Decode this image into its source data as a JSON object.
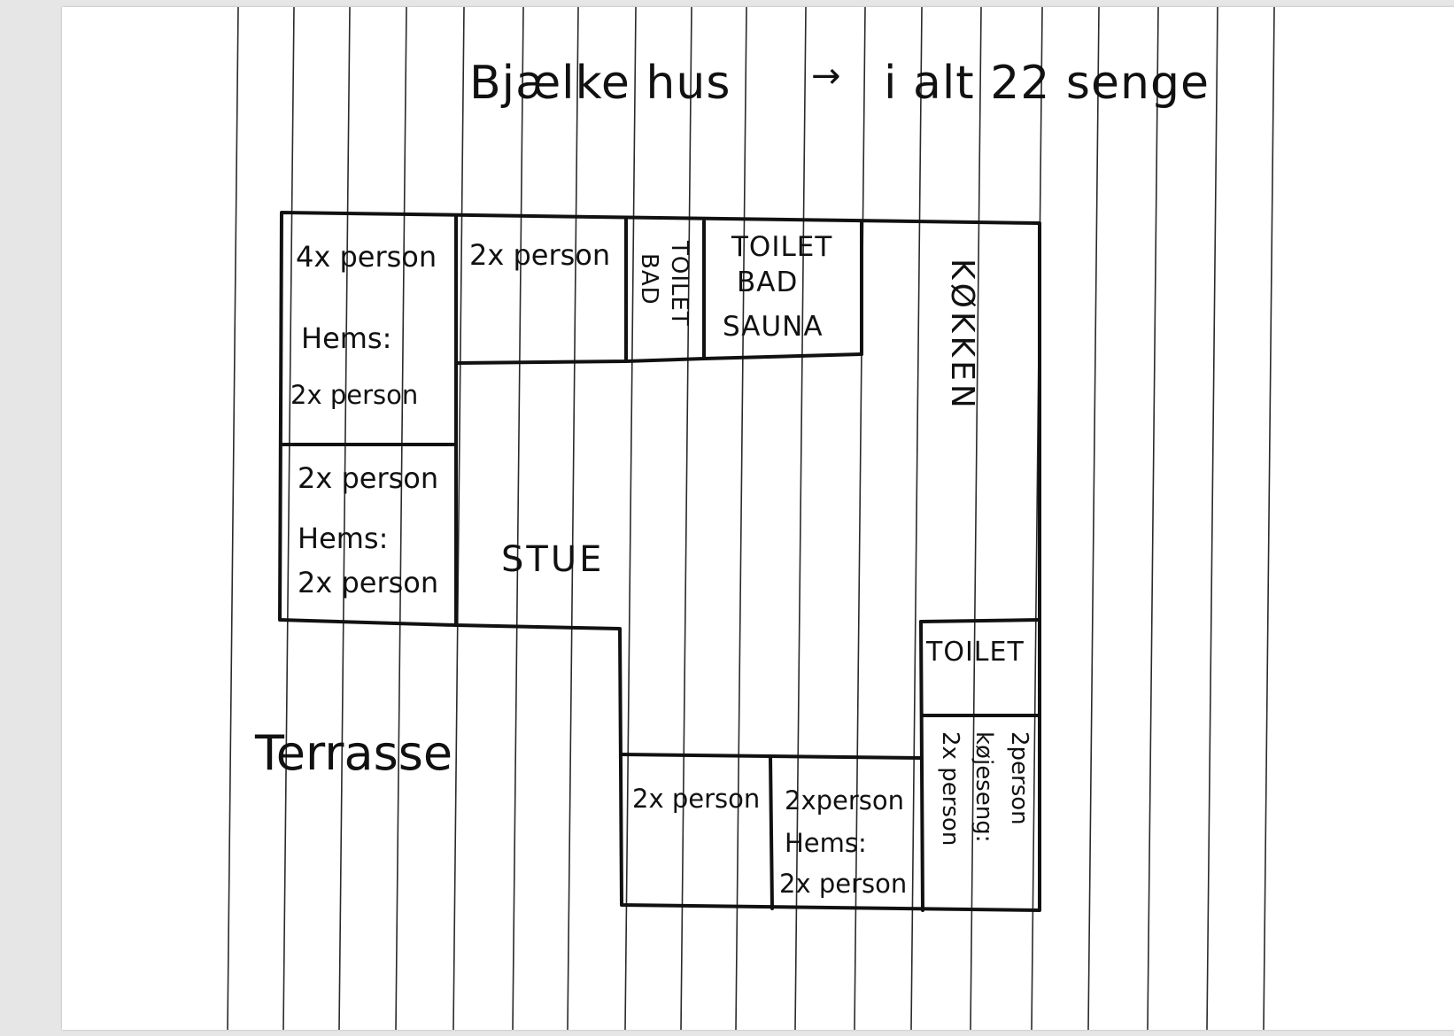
{
  "title": {
    "name": "Bjælke hus",
    "arrow": "→",
    "total": "i alt 22 senge"
  },
  "rooms": {
    "room_a": {
      "main": "4x person",
      "hems_label": "Hems:",
      "hems_value": "2x person"
    },
    "room_b": {
      "main": "2x person"
    },
    "toilet_bad": {
      "line1": "TOILET",
      "line2": "BAD"
    },
    "toilet_bad_sauna": {
      "line1": "TOILET",
      "line2": "BAD",
      "line3": "SAUNA"
    },
    "kitchen": {
      "label": "KØKKEN"
    },
    "room_c": {
      "main": "2x person",
      "hems_label": "Hems:",
      "hems_value": "2x person"
    },
    "living": {
      "label": "STUE"
    },
    "toilet_small": {
      "label": "TOILET"
    },
    "room_d": {
      "main": "2x person"
    },
    "room_e": {
      "main": "2xperson",
      "hems_label": "Hems:",
      "hems_value": "2x person"
    },
    "room_f": {
      "line1": "2person",
      "line2": "køjeseng:",
      "line3": "2x person"
    }
  },
  "terrace": {
    "label": "Terrasse"
  },
  "colors": {
    "ink": "#111111",
    "paper_line": "#2a2a2a",
    "paper": "#ffffff",
    "background": "#e6e6e6"
  }
}
